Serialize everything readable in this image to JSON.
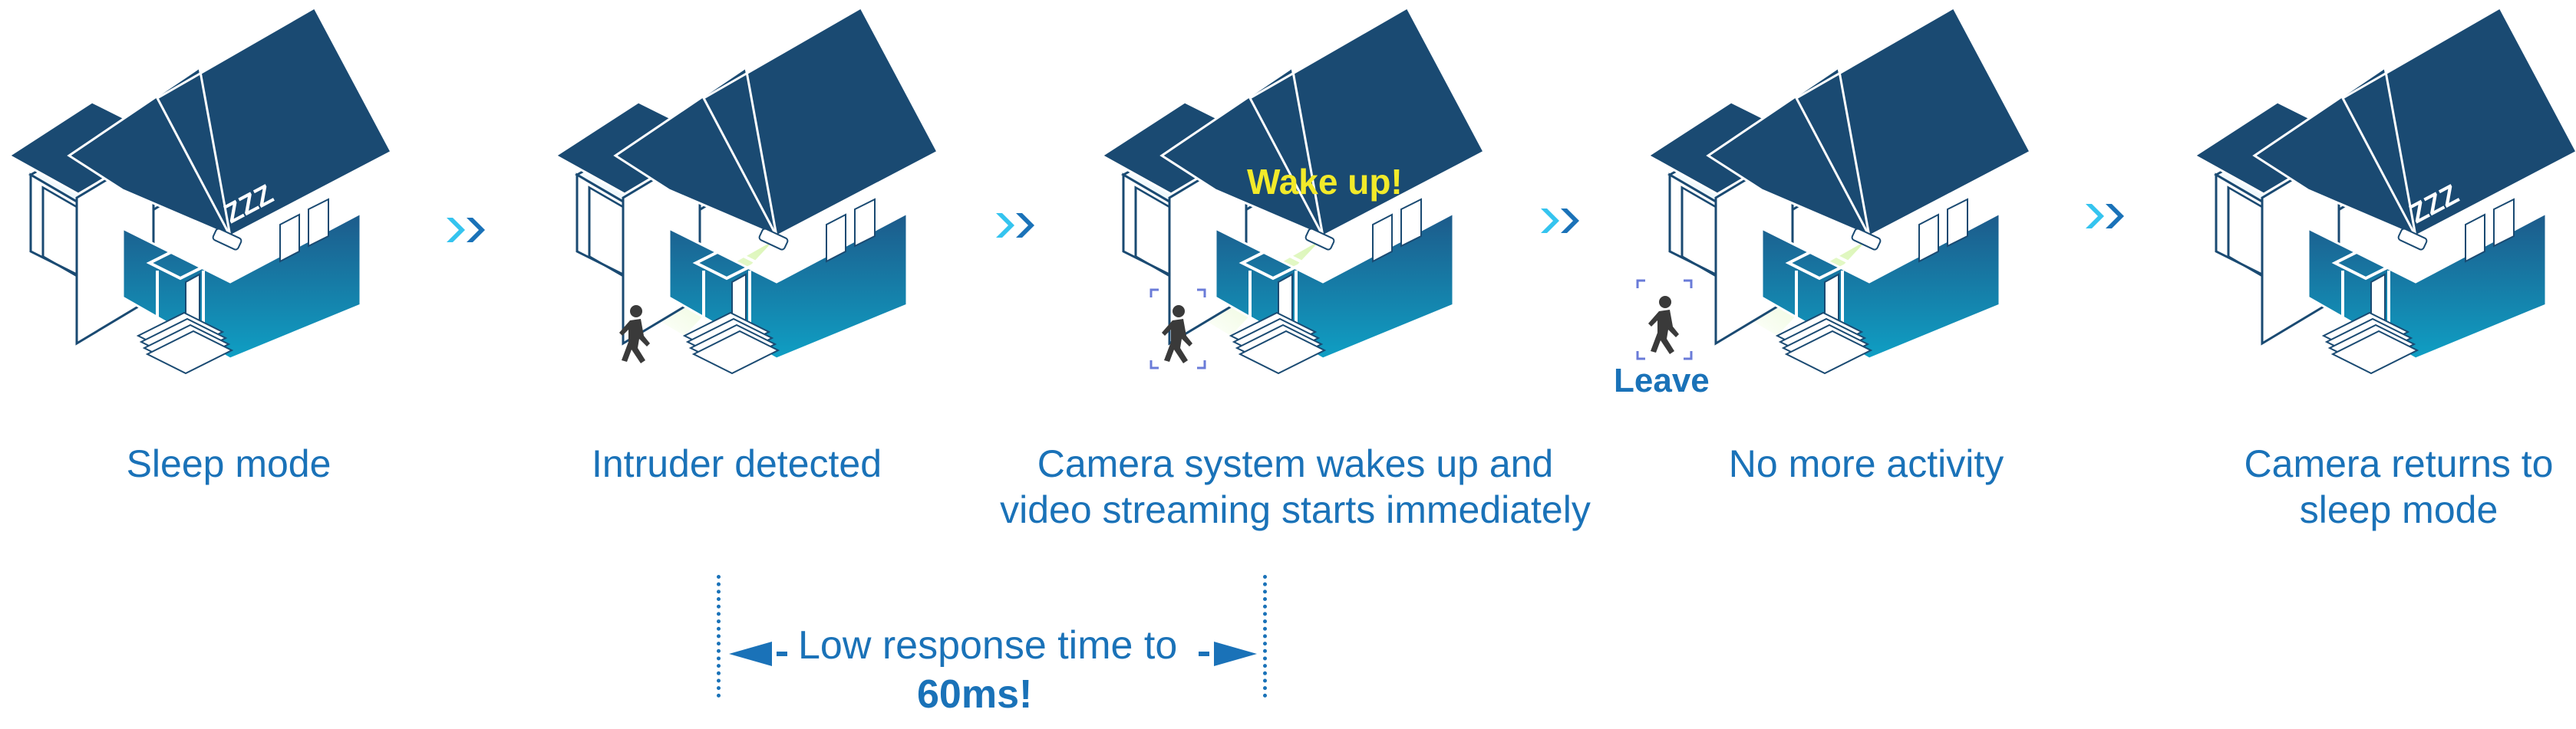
{
  "steps": [
    {
      "caption_lines": [
        "Sleep mode"
      ],
      "state": "sleep",
      "badge": "ZZZ"
    },
    {
      "caption_lines": [
        "Intruder detected"
      ],
      "state": "detect"
    },
    {
      "caption_lines": [
        "Camera system wakes up and",
        "video streaming starts immediately"
      ],
      "state": "wake",
      "badge": "Wake up!"
    },
    {
      "caption_lines": [
        "No more activity"
      ],
      "state": "leave",
      "badge": "Leave"
    },
    {
      "caption_lines": [
        "Camera returns to",
        "sleep mode"
      ],
      "state": "sleep",
      "badge": "ZZZ"
    }
  ],
  "response": {
    "text": "Low response time to",
    "value": "60ms!"
  },
  "colors": {
    "roof": "#1a4a72",
    "wall_top": "#1d5a8a",
    "wall_bottom": "#0f9fc4",
    "accent": "#1a72b8",
    "wake_text": "#f2ea2a",
    "chevron_light": "#35c4ef",
    "chevron_dark": "#1a72b8",
    "light_beam": "#d8f5b0",
    "person": "#3a3a3a"
  },
  "icons": [
    "house-icon",
    "camera-icon",
    "person-icon",
    "double-chevron-icon",
    "left-arrow-icon",
    "right-arrow-icon"
  ]
}
